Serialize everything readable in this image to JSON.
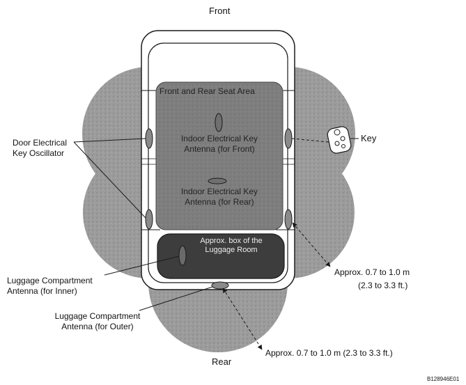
{
  "labels": {
    "front": "Front",
    "rear": "Rear",
    "key": "Key",
    "front_rear_seat_area": "Front and Rear Seat Area",
    "indoor_front_line1": "Indoor Electrical Key",
    "indoor_front_line2": "Antenna (for Front)",
    "indoor_rear_line1": "Indoor Electrical Key",
    "indoor_rear_line2": "Antenna (for Rear)",
    "luggage_room_line1": "Approx. box of the",
    "luggage_room_line2": "Luggage Room",
    "door_osc_line1": "Door Electrical",
    "door_osc_line2": "Key Oscillator",
    "lug_inner_line1": "Luggage Compartment",
    "lug_inner_line2": "Antenna (for Inner)",
    "lug_outer_line1": "Luggage Compartment",
    "lug_outer_line2": "Antenna (for Outer)",
    "range_side_line1": "Approx. 0.7 to 1.0 m",
    "range_side_line2": "(2.3 to 3.3 ft.)",
    "range_rear": "Approx. 0.7 to 1.0 m (2.3 to 3.3 ft.)",
    "figure_id": "B128946E01"
  },
  "colors": {
    "zone_gray": "#9a9a9a",
    "cabin_gray": "#7c7c7c",
    "luggage_dark": "#3d3d3d",
    "line": "#1a1a1a"
  }
}
